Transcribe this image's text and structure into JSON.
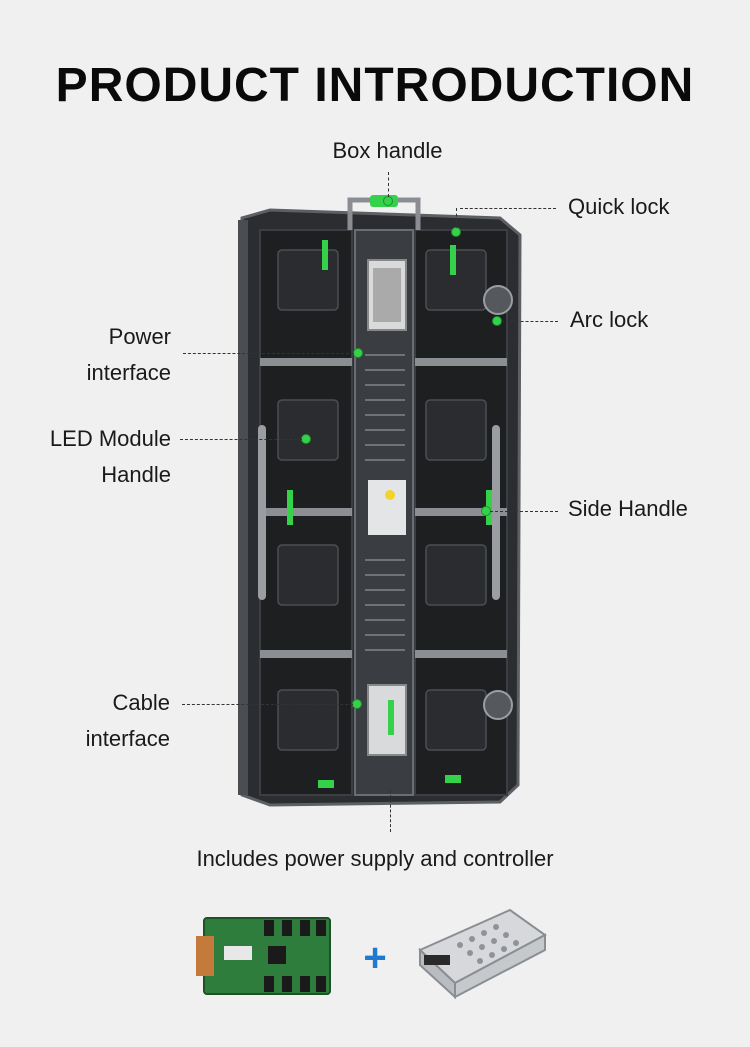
{
  "title": "PRODUCT INTRODUCTION",
  "labels": {
    "box_handle": "Box handle",
    "quick_lock": "Quick lock",
    "arc_lock": "Arc lock",
    "power_interface_1": "Power",
    "power_interface_2": "interface",
    "led_module_handle_1": "LED Module",
    "led_module_handle_2": "Handle",
    "side_handle": "Side Handle",
    "cable_interface_1": "Cable",
    "cable_interface_2": "interface"
  },
  "caption": "Includes power supply and controller",
  "plus_symbol": "+",
  "colors": {
    "accent_green": "#35d14a",
    "plus_blue": "#1f78d1",
    "background": "#f0f0f0"
  }
}
